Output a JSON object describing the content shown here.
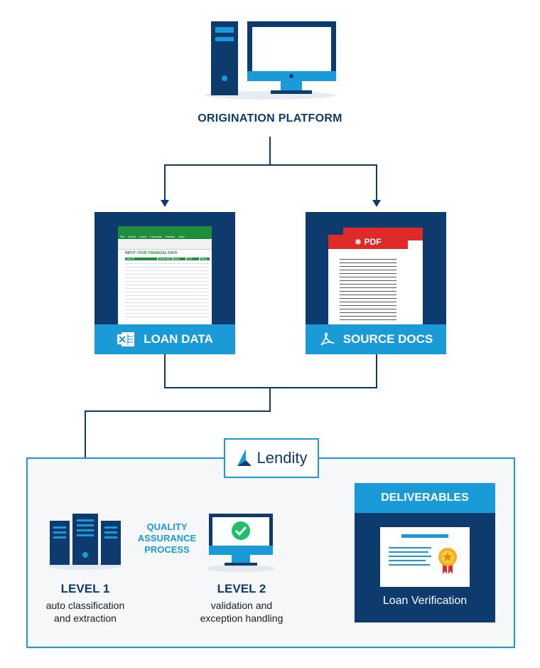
{
  "origination": {
    "label": "ORIGINATION PLATFORM"
  },
  "loan_data": {
    "label": "LOAN DATA",
    "sheet": {
      "title": "INPUT YOUR FINANCIAL DATA",
      "menu": [
        "File",
        "Home",
        "Insert",
        "Formulas",
        "Review",
        "View"
      ],
      "headers": [
        "Loan ID",
        "Current Bal",
        "Status",
        "FICO",
        "Rating"
      ]
    }
  },
  "source_docs": {
    "label": "SOURCE DOCS",
    "pdf_label": "PDF"
  },
  "lendity": {
    "brand": "Lendity"
  },
  "level1": {
    "title": "LEVEL 1",
    "line1": "auto classification",
    "line2": "and extraction"
  },
  "qa": {
    "line1": "QUALITY",
    "line2": "ASSURANCE",
    "line3": "PROCESS"
  },
  "level2": {
    "title": "LEVEL 2",
    "line1": "validation and",
    "line2": "exception handling"
  },
  "deliverables": {
    "header": "DELIVERABLES",
    "item": "Loan Verification"
  },
  "colors": {
    "navy": "#0d3b6e",
    "blue": "#1a9ad6",
    "light": "#f5f7f9",
    "pdf_red": "#e02a2a",
    "green": "#1e8e3e"
  }
}
